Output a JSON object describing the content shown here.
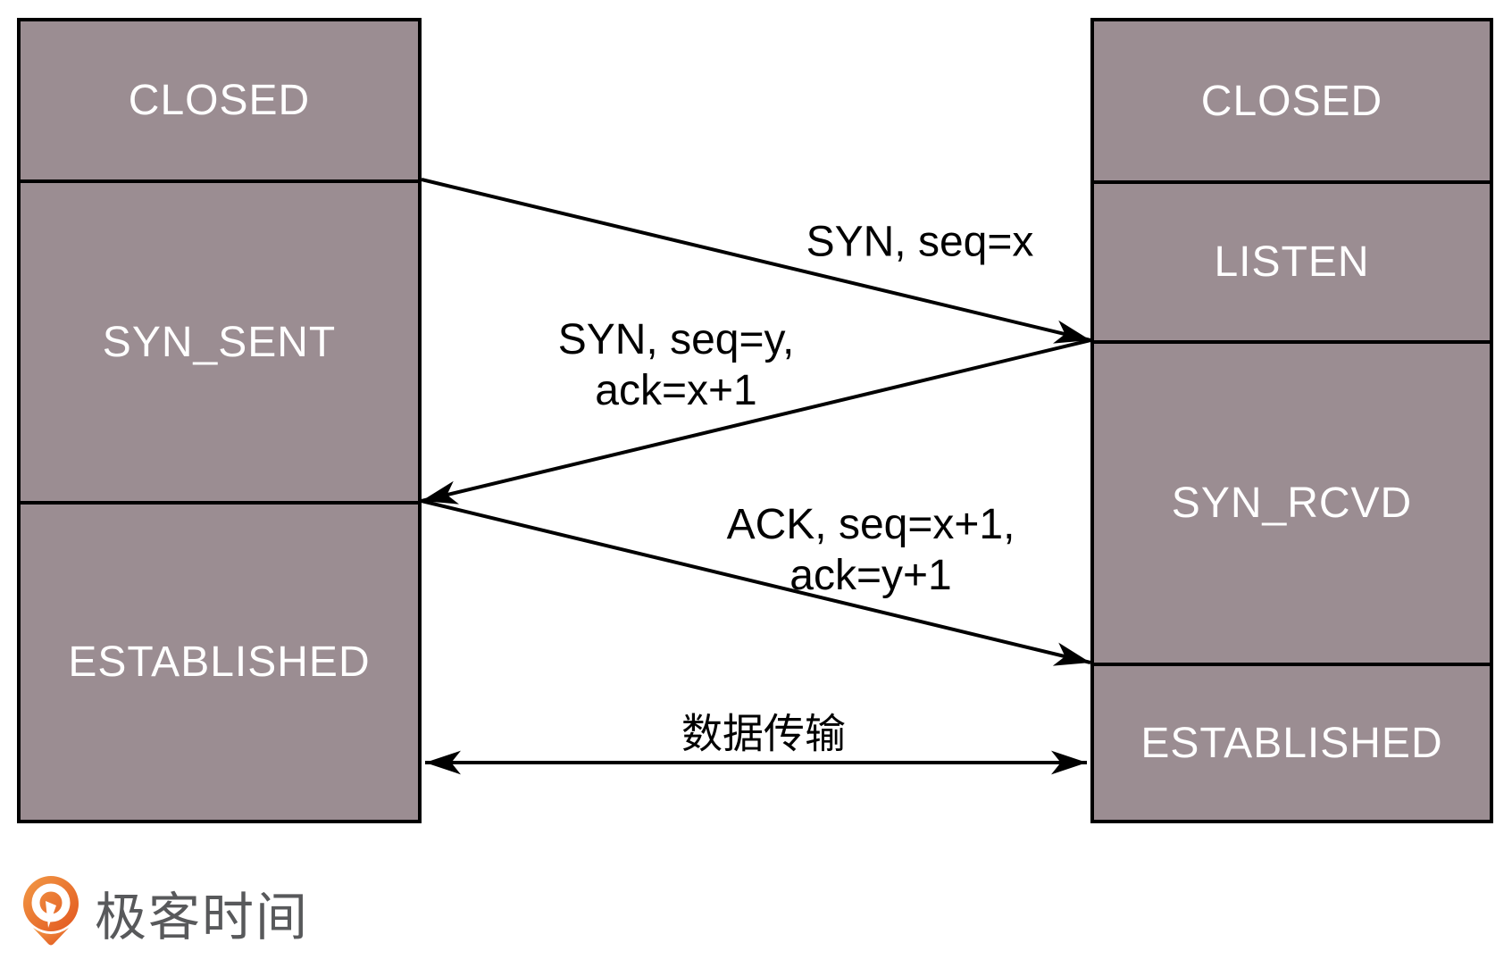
{
  "diagram": {
    "client_states": [
      "CLOSED",
      "SYN_SENT",
      "ESTABLISHED"
    ],
    "server_states": [
      "CLOSED",
      "LISTEN",
      "SYN_RCVD",
      "ESTABLISHED"
    ],
    "messages": {
      "syn": "SYN, seq=x",
      "syn_ack_line1": "SYN, seq=y,",
      "syn_ack_line2": "ack=x+1",
      "ack_line1": "ACK, seq=x+1,",
      "ack_line2": "ack=y+1",
      "data_transfer": "数据传输"
    }
  },
  "branding": {
    "logo_text": "极客时间"
  },
  "colors": {
    "box_fill": "#9b8d92",
    "box_border": "#000000",
    "box_text": "#ffffff",
    "arrow": "#000000",
    "label_text": "#000000",
    "logo_orange": "#ec6a25",
    "logo_orange_light": "#f29a46",
    "logo_text_gray": "#58595b",
    "background": "#ffffff"
  }
}
